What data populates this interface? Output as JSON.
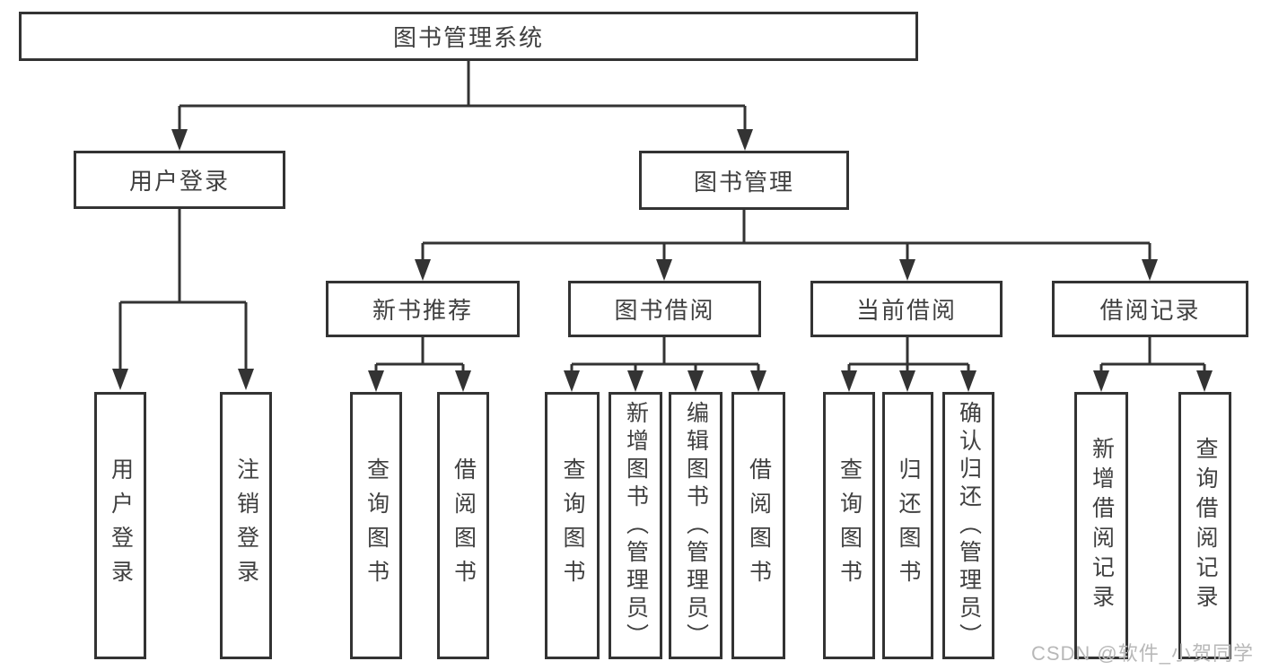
{
  "diagram": {
    "type": "hierarchy-tree",
    "line_color": "#333333",
    "text_color": "#404040",
    "background_color": "#ffffff",
    "root": {
      "label": "图书管理系统"
    },
    "level2": [
      {
        "label": "用户登录",
        "parent": "图书管理系统"
      },
      {
        "label": "图书管理",
        "parent": "图书管理系统"
      }
    ],
    "level3": [
      {
        "label": "新书推荐",
        "parent": "图书管理"
      },
      {
        "label": "图书借阅",
        "parent": "图书管理"
      },
      {
        "label": "当前借阅",
        "parent": "图书管理"
      },
      {
        "label": "借阅记录",
        "parent": "图书管理"
      }
    ],
    "leaves": [
      {
        "label": "用户登录",
        "parent": "用户登录"
      },
      {
        "label": "注销登录",
        "parent": "用户登录"
      },
      {
        "label": "查询图书",
        "parent": "新书推荐"
      },
      {
        "label": "借阅图书",
        "parent": "新书推荐"
      },
      {
        "label": "查询图书",
        "parent": "图书借阅"
      },
      {
        "label": "新增图书（管理员）",
        "parent": "图书借阅"
      },
      {
        "label": "编辑图书（管理员）",
        "parent": "图书借阅"
      },
      {
        "label": "借阅图书",
        "parent": "图书借阅"
      },
      {
        "label": "查询图书",
        "parent": "当前借阅"
      },
      {
        "label": "归还图书",
        "parent": "当前借阅"
      },
      {
        "label": "确认归还（管理员）",
        "parent": "当前借阅"
      },
      {
        "label": "新增借阅记录",
        "parent": "借阅记录"
      },
      {
        "label": "查询借阅记录",
        "parent": "借阅记录"
      }
    ]
  },
  "watermark": {
    "text": "CSDN @软件_小贺同学",
    "color": "#b8b8b8"
  }
}
